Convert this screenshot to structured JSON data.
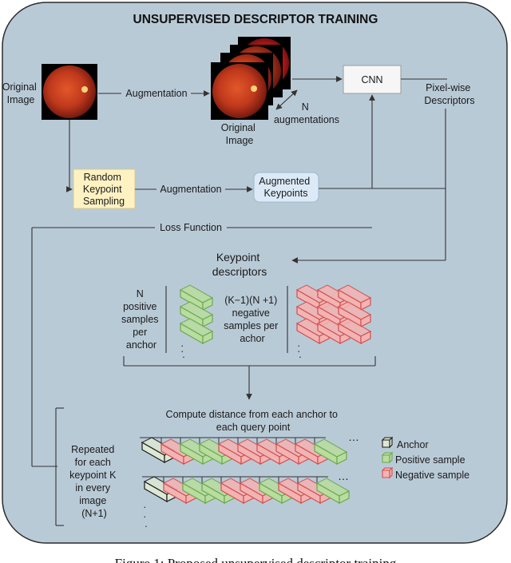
{
  "title": "UNSUPERVISED DESCRIPTOR TRAINING",
  "labels": {
    "original_image_left": [
      "Original",
      "Image"
    ],
    "augmentation_top": "Augmentation",
    "original_image_bottom": [
      "Original",
      "Image"
    ],
    "n_augmentations": [
      "N",
      "augmentations"
    ],
    "cnn": "CNN",
    "pixelwise": [
      "Pixel-wise",
      "Descriptors"
    ],
    "random_sampling": [
      "Random",
      "Keypoint",
      "Sampling"
    ],
    "augmentation_mid": "Augmentation",
    "augmented_keypoints": [
      "Augmented",
      "Keypoints"
    ],
    "loss_function": "Loss Function",
    "keypoint_descriptors": [
      "Keypoint",
      "descriptors"
    ],
    "positive_samples": [
      "N",
      "positive",
      "samples",
      "per",
      "anchor"
    ],
    "negative_samples": [
      "(K−1)(N +1)",
      "negative",
      "samples per",
      "achor"
    ],
    "compute_distance": [
      "Compute distance from each anchor to",
      "each query point"
    ],
    "repeated": [
      "Repeated",
      "for each",
      "keypoint K",
      "in every",
      "image",
      "(N+1)"
    ],
    "ellipsis": "…",
    "dot": "."
  },
  "legend": {
    "anchor": "Anchor",
    "positive": "Positive sample",
    "negative": "Negative sample"
  },
  "colors": {
    "background_panel": "#b9cad7",
    "panel_border": "#2b2b2b",
    "cnn_box": "#f6f6f6",
    "sampling_box": "#fff2c2",
    "augmented_box": "#dceaf8",
    "positive_fill": "#b9dc9f",
    "positive_stroke": "#6aa84f",
    "negative_fill": "#f4b3b3",
    "negative_stroke": "#d05050",
    "anchor_fill": "#dde8d4",
    "anchor_stroke": "#1a1a1a"
  },
  "caption": "Figure 1: Proposed unsupervised descriptor training"
}
